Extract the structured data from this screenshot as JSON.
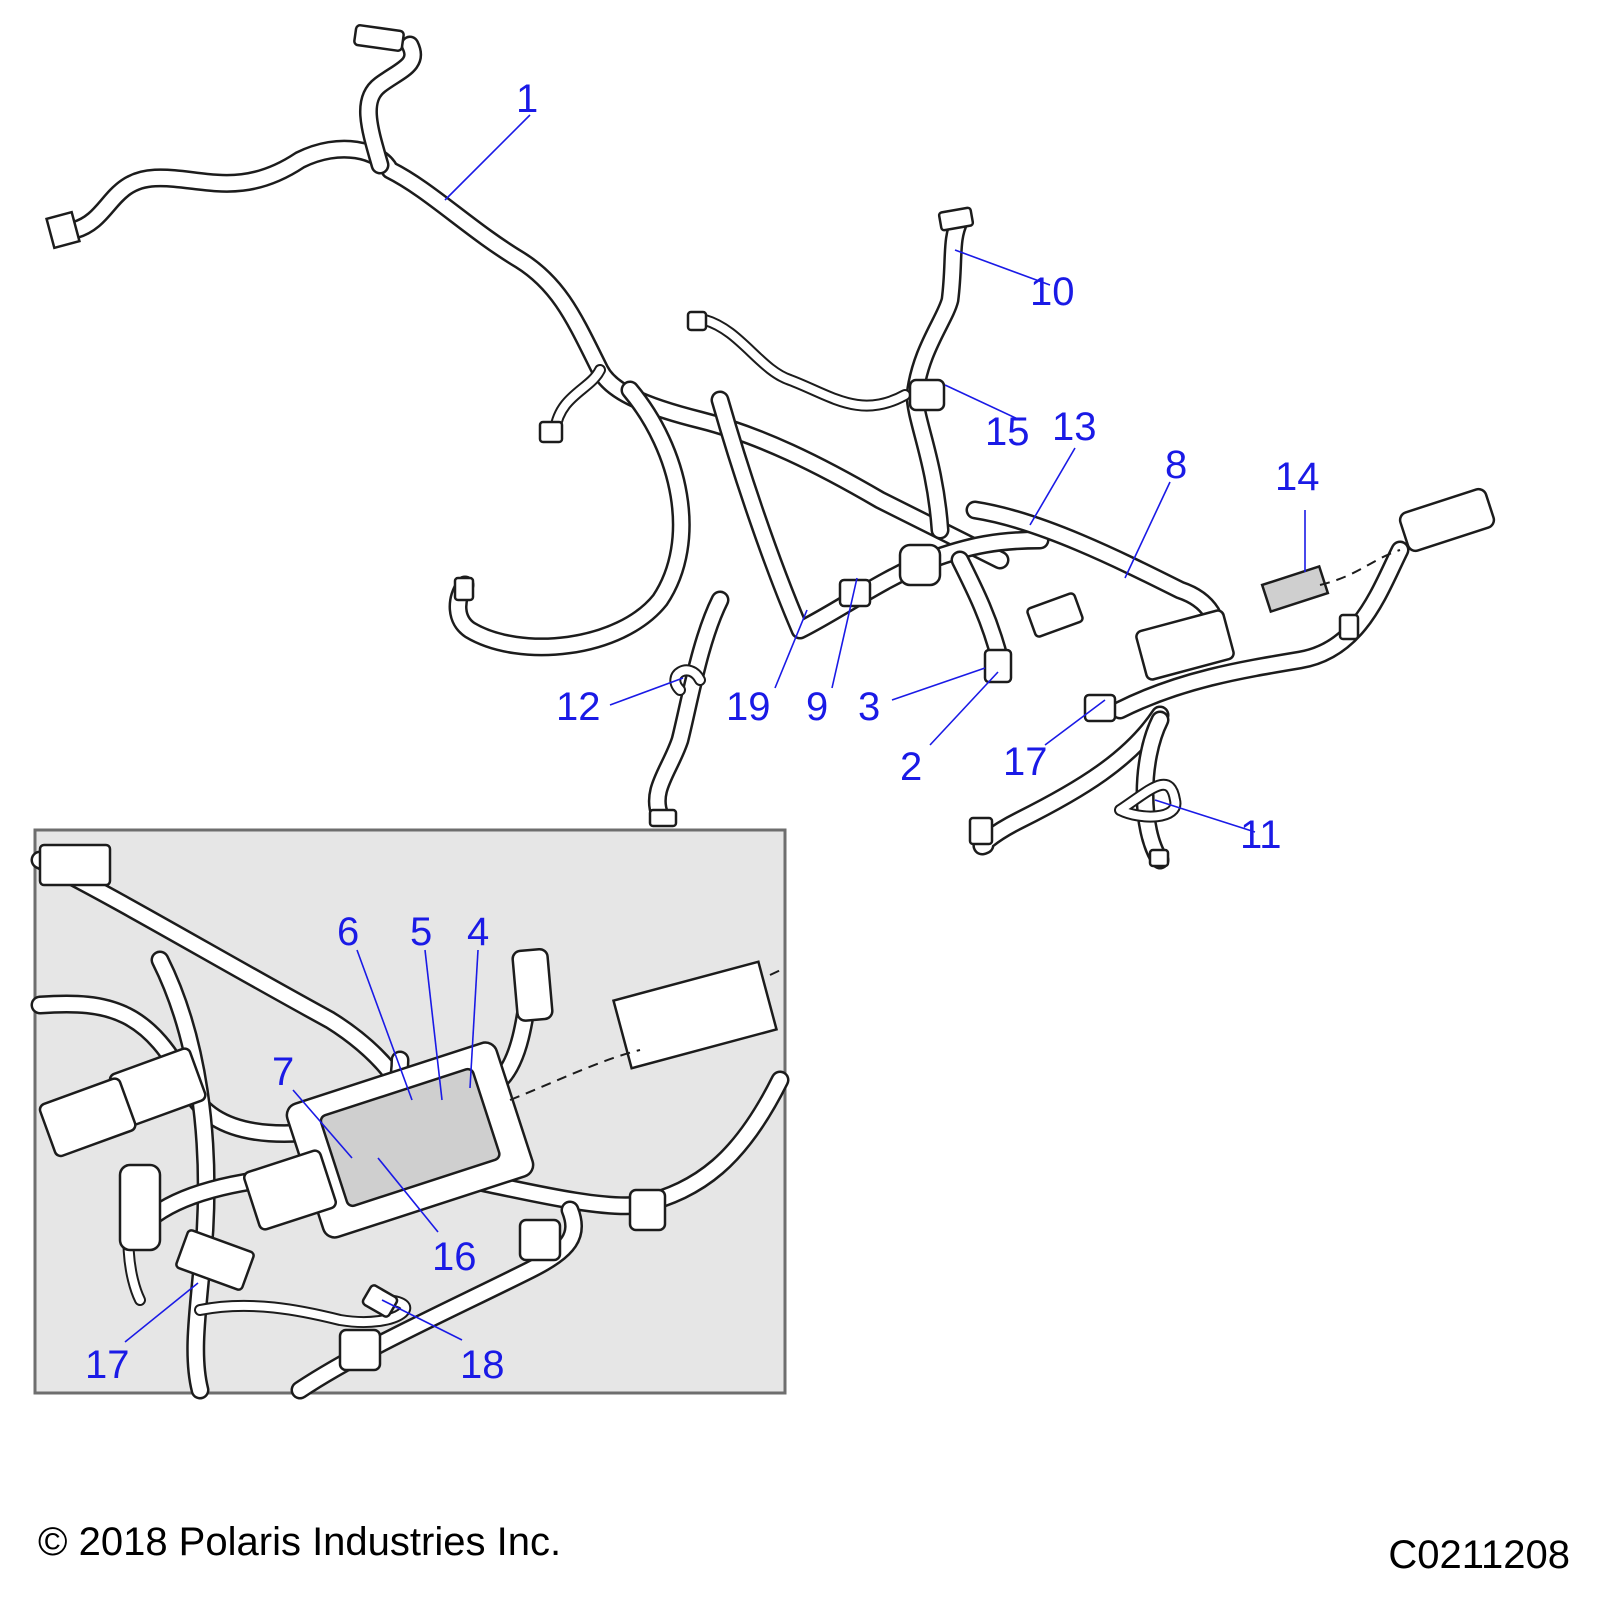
{
  "colors": {
    "callout": "#1a1ae6",
    "line_art": "#1c1c1c",
    "inset_background": "#e6e6e6",
    "inset_border": "#6e6e6e"
  },
  "callouts": {
    "main": [
      "1",
      "10",
      "15",
      "13",
      "8",
      "14",
      "12",
      "19",
      "9",
      "3",
      "2",
      "17",
      "11"
    ],
    "inset": [
      "6",
      "5",
      "4",
      "7",
      "16",
      "17",
      "18"
    ]
  },
  "footer": {
    "copyright": "© 2018 Polaris Industries Inc.",
    "figure_code": "C0211208"
  }
}
